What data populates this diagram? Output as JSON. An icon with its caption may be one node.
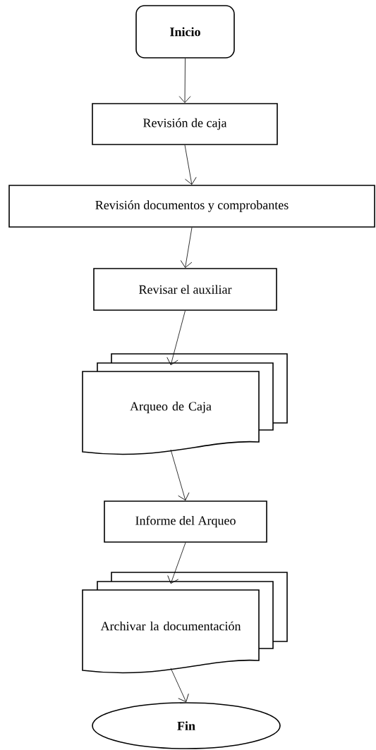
{
  "diagram": {
    "nodes": [
      {
        "text": [
          "Inicio"
        ]
      },
      {
        "text": [
          "Revisión de caja"
        ]
      },
      {
        "text": [
          "Revisión documentos y comprobantes"
        ]
      },
      {
        "text": [
          "Revisar el auxiliar"
        ]
      },
      {
        "text": [
          "Arqueo de Caja"
        ]
      },
      {
        "text": [
          "Informe del Arqueo"
        ]
      },
      {
        "text": [
          "Archivar la documentación"
        ]
      },
      {
        "text": [
          "Fin"
        ]
      }
    ],
    "edges": [
      {
        "from": 0,
        "to": 1,
        "arrow": "to"
      },
      {
        "from": 1,
        "to": 2,
        "arrow": "to"
      },
      {
        "from": 2,
        "to": 3,
        "arrow": "to"
      },
      {
        "from": 3,
        "to": 4,
        "arrow": "to"
      },
      {
        "from": 4,
        "to": 5,
        "arrow": "to"
      },
      {
        "from": 5,
        "to": 6,
        "arrow": "to"
      },
      {
        "from": 6,
        "to": 7,
        "arrow": "to"
      }
    ]
  }
}
